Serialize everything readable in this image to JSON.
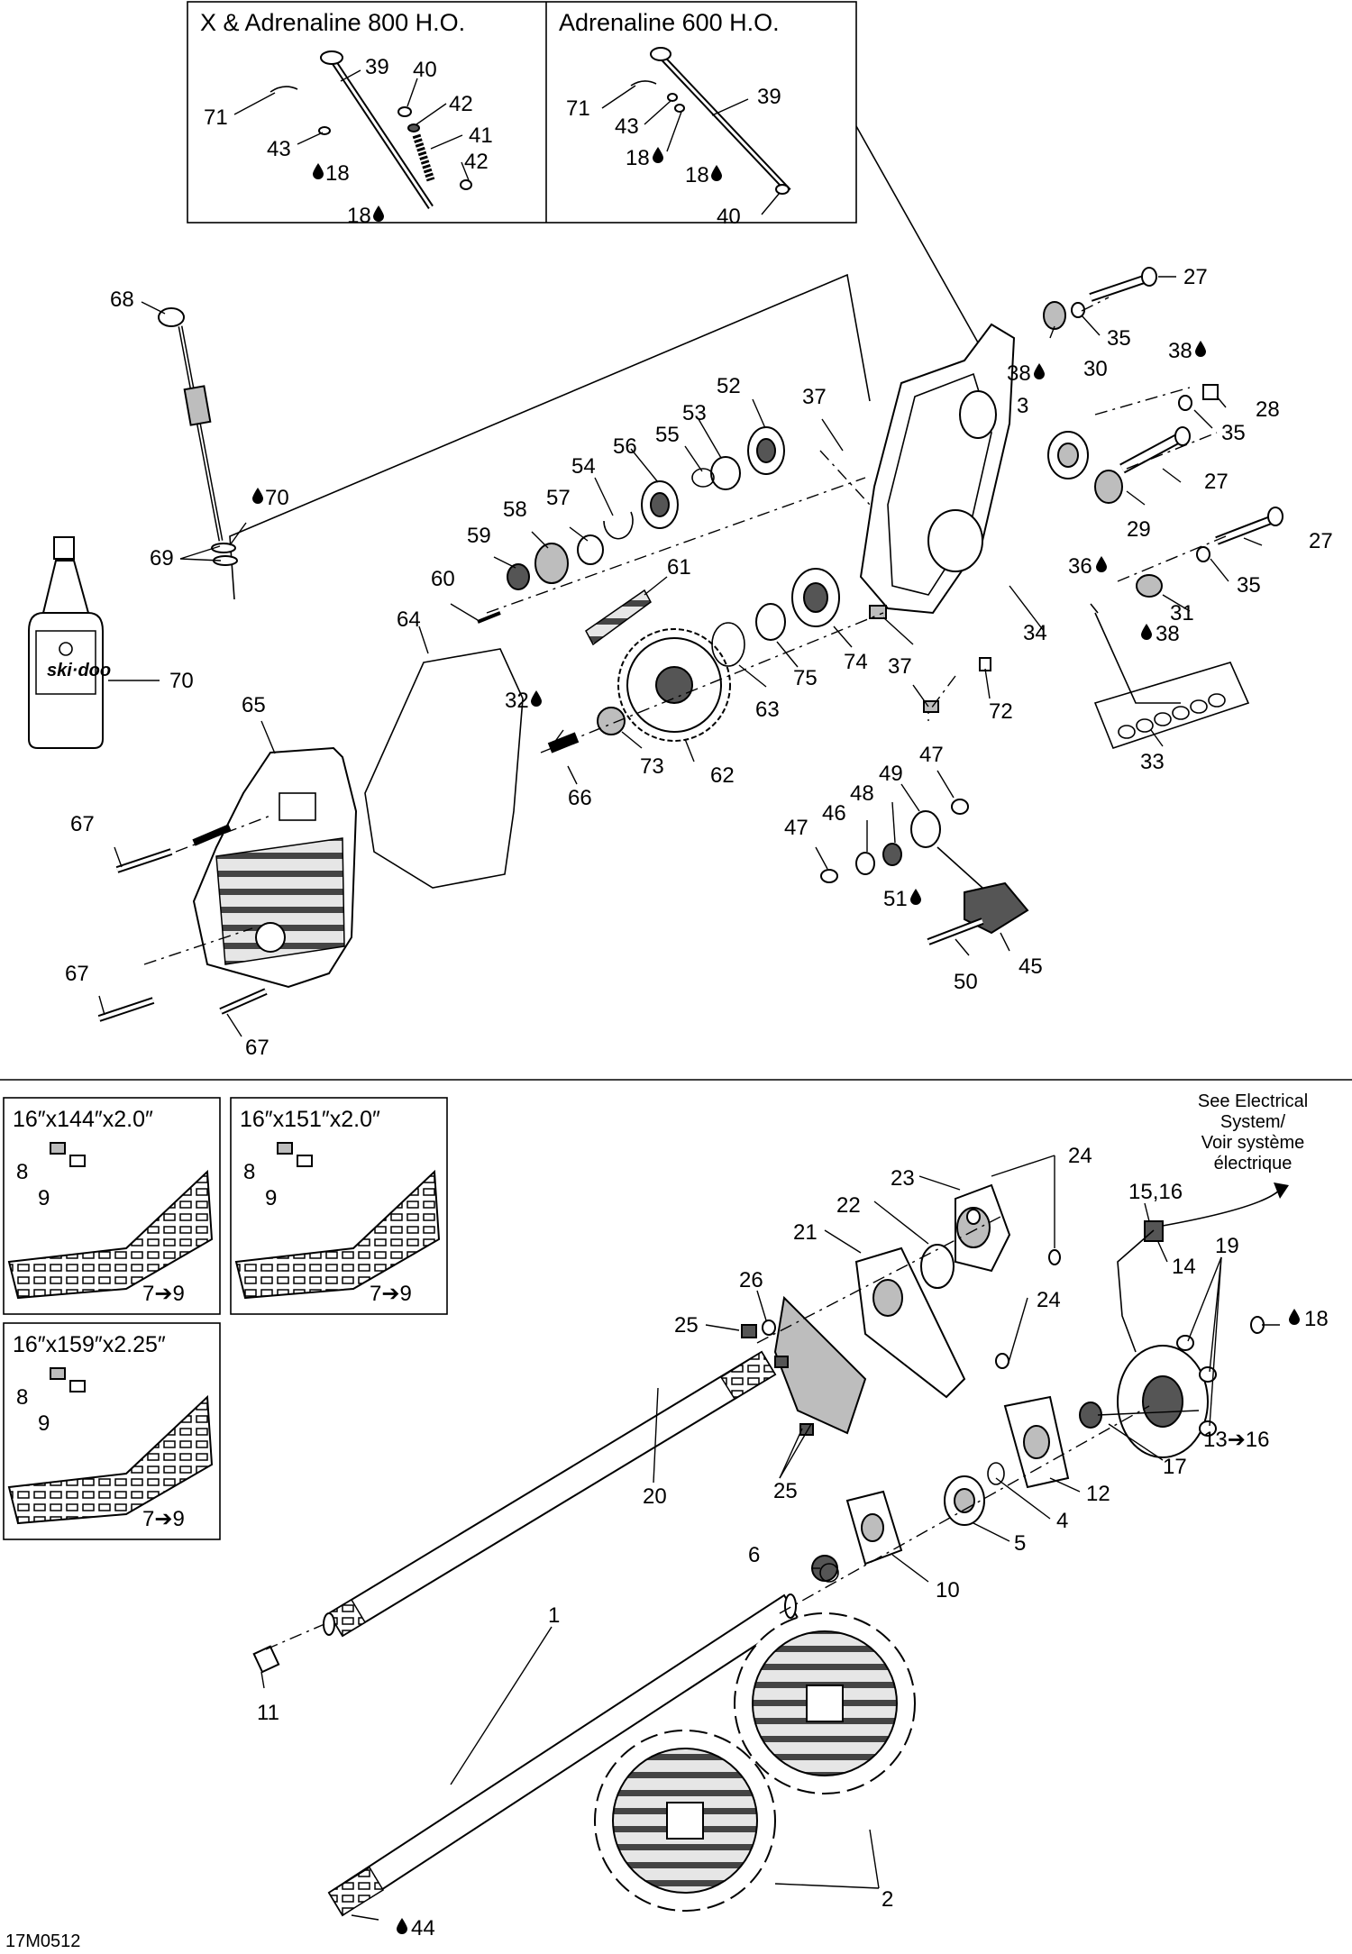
{
  "inset_top": {
    "left_title": "X & Adrenaline 800 H.O.",
    "right_title": "Adrenaline 600 H.O."
  },
  "track_variants": [
    {
      "title": "16″x144″x2.0″"
    },
    {
      "title": "16″x151″x2.0″"
    },
    {
      "title": "16″x159″x2.25″"
    }
  ],
  "electrical_note": {
    "line1": "See Electrical",
    "line2": "System/",
    "line3": "Voir système",
    "line4": "électrique"
  },
  "drawing_code": "17M0512",
  "callouts": {
    "c71a": "71",
    "c39a": "39",
    "c40a": "40",
    "c42a": "42",
    "c41": "41",
    "c42b": "42",
    "c43a": "43",
    "c18a": "18",
    "c18b": "18",
    "c71b": "71",
    "c39b": "39",
    "c43b": "43",
    "c18c": "18",
    "c18d": "18",
    "c40b": "40",
    "c68": "68",
    "c70a": "70",
    "c69": "69",
    "c70b": "70",
    "c27a": "27",
    "c35a": "35",
    "c38a": "38",
    "c30": "30",
    "c38b": "38",
    "c28": "28",
    "c35b": "35",
    "c3": "3",
    "c27b": "27",
    "c29": "29",
    "c27c": "27",
    "c35c": "35",
    "c36": "36",
    "c31": "31",
    "c38c": "38",
    "c34": "34",
    "c33": "33",
    "c72": "72",
    "c37a": "37",
    "c37b": "37",
    "c52": "52",
    "c53": "53",
    "c55": "55",
    "c56": "56",
    "c54": "54",
    "c57": "57",
    "c58": "58",
    "c59": "59",
    "c60": "60",
    "c61": "61",
    "c64": "64",
    "c65": "65",
    "c67a": "67",
    "c67b": "67",
    "c67c": "67",
    "c32": "32",
    "c66": "66",
    "c73": "73",
    "c62": "62",
    "c63": "63",
    "c75": "75",
    "c74": "74",
    "c47a": "47",
    "c49": "49",
    "c48": "48",
    "c46": "46",
    "c47b": "47",
    "c51": "51",
    "c50": "50",
    "c45": "45",
    "c8a": "8",
    "c9a": "9",
    "c79a": "7➔9",
    "c8b": "8",
    "c9b": "9",
    "c79b": "7➔9",
    "c8c": "8",
    "c9c": "9",
    "c79c": "7➔9",
    "c23": "23",
    "c24a": "24",
    "c22": "22",
    "c21": "21",
    "c26": "26",
    "c25a": "25",
    "c24b": "24",
    "c1516": "15,16",
    "c14": "14",
    "c19": "19",
    "c18e": "18",
    "c17": "17",
    "c1316": "13➔16",
    "c12": "12",
    "c4": "4",
    "c5": "5",
    "c25b": "25",
    "c20": "20",
    "c6": "6",
    "c10": "10",
    "c11": "11",
    "c1": "1",
    "c44": "44",
    "c2": "2"
  }
}
